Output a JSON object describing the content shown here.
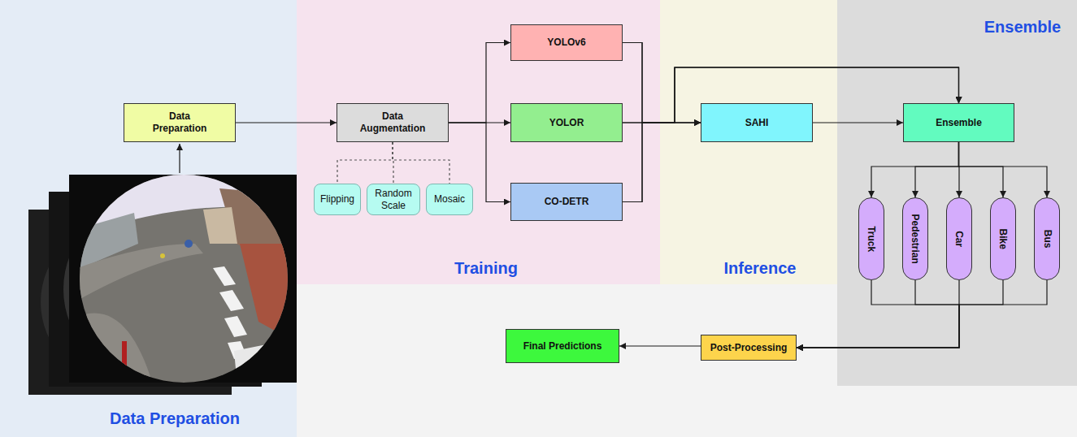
{
  "diagram": {
    "nodes": [
      {
        "text": [
          "Data Preparation"
        ]
      },
      {
        "text": [
          "Data Preparation"
        ],
        "in": 0
      },
      {
        "text": [
          "Training"
        ]
      },
      {
        "text": [
          "Data Augmentation"
        ],
        "in": 2
      },
      {
        "text": [
          "Flipping"
        ],
        "in": 2
      },
      {
        "text": [
          "Random Scale"
        ],
        "in": 2
      },
      {
        "text": [
          "Mosaic"
        ],
        "in": 2
      },
      {
        "text": [
          "YOLOv6"
        ],
        "in": 2
      },
      {
        "text": [
          "YOLOR"
        ],
        "in": 2
      },
      {
        "text": [
          "CO-DETR"
        ],
        "in": 2
      },
      {
        "text": [
          "Inference"
        ]
      },
      {
        "text": [
          "SAHI"
        ],
        "in": 10
      },
      {
        "text": [
          "Ensemble"
        ]
      },
      {
        "text": [
          "Ensemble"
        ],
        "in": 12
      },
      {
        "text": [
          "Truck"
        ],
        "in": 12
      },
      {
        "text": [
          "Pedestrian"
        ],
        "in": 12
      },
      {
        "text": [
          "Car"
        ],
        "in": 12
      },
      {
        "text": [
          "Bike"
        ],
        "in": 12
      },
      {
        "text": [
          "Bus"
        ],
        "in": 12
      },
      {
        "text": [
          "Post-Processing"
        ]
      },
      {
        "text": [
          "Final Predictions"
        ]
      }
    ],
    "edges": [
      {
        "from": 1,
        "to": 3,
        "arrow": "to"
      },
      {
        "from": 3,
        "to": 4,
        "arrow": "none"
      },
      {
        "from": 3,
        "to": 5,
        "arrow": "none"
      },
      {
        "from": 3,
        "to": 6,
        "arrow": "none"
      },
      {
        "from": 3,
        "to": 7,
        "arrow": "to"
      },
      {
        "from": 3,
        "to": 8,
        "arrow": "to"
      },
      {
        "from": 3,
        "to": 9,
        "arrow": "to"
      },
      {
        "from": 7,
        "to": 11,
        "arrow": "to"
      },
      {
        "from": 8,
        "to": 11,
        "arrow": "to"
      },
      {
        "from": 9,
        "to": 11,
        "arrow": "to"
      },
      {
        "from": 7,
        "to": 13,
        "arrow": "to"
      },
      {
        "from": 8,
        "to": 13,
        "arrow": "to"
      },
      {
        "from": 9,
        "to": 13,
        "arrow": "to"
      },
      {
        "from": 11,
        "to": 13,
        "arrow": "to"
      },
      {
        "from": 13,
        "to": 14,
        "arrow": "to"
      },
      {
        "from": 13,
        "to": 15,
        "arrow": "to"
      },
      {
        "from": 13,
        "to": 16,
        "arrow": "to"
      },
      {
        "from": 13,
        "to": 17,
        "arrow": "to"
      },
      {
        "from": 13,
        "to": 18,
        "arrow": "to"
      },
      {
        "from": 14,
        "to": 19,
        "arrow": "to"
      },
      {
        "from": 15,
        "to": 19,
        "arrow": "to"
      },
      {
        "from": 16,
        "to": 19,
        "arrow": "to"
      },
      {
        "from": 17,
        "to": 19,
        "arrow": "to"
      },
      {
        "from": 18,
        "to": 19,
        "arrow": "to"
      },
      {
        "from": 19,
        "to": 20,
        "arrow": "to"
      }
    ]
  }
}
